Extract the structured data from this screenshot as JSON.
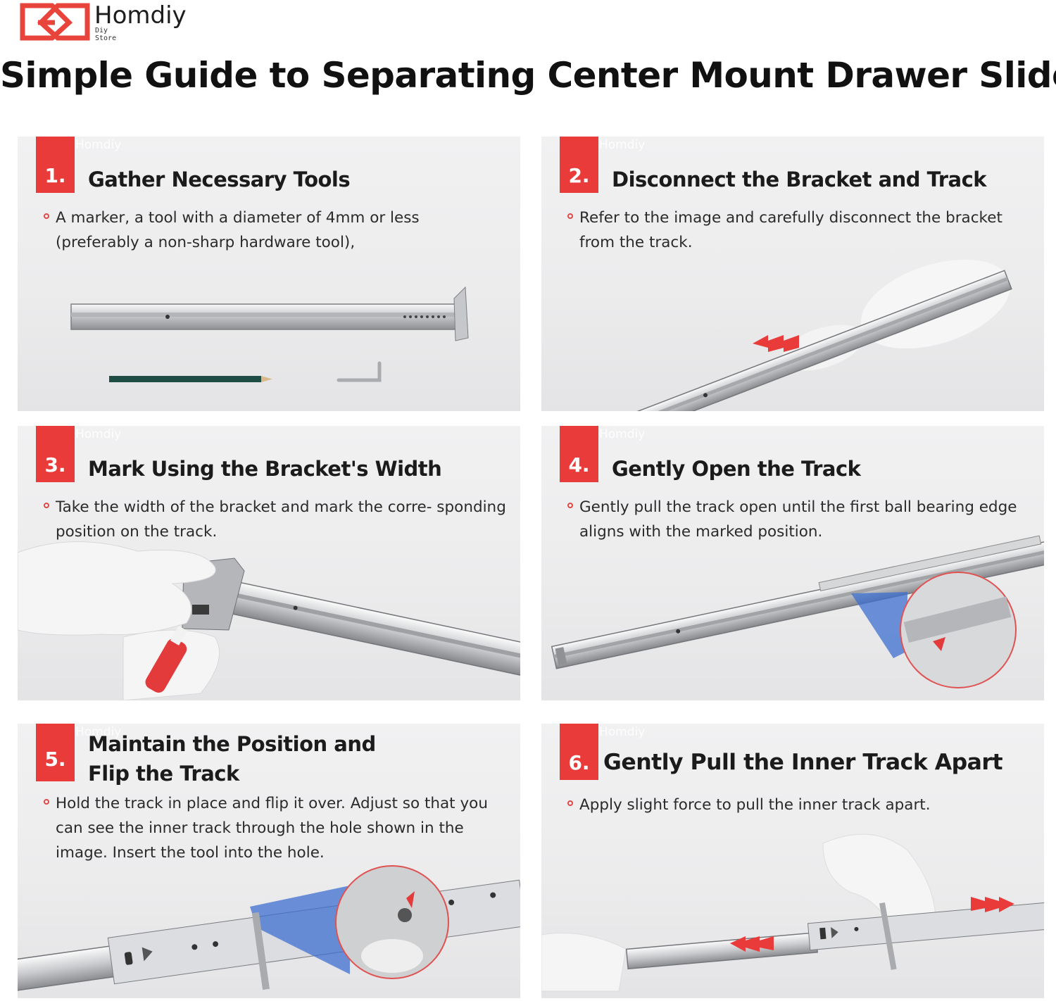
{
  "brand": {
    "name": "Homdiy",
    "sub_line1": "Diy",
    "sub_line2": "Store",
    "logo_color": "#e8443b"
  },
  "title": "Simple Guide to Separating Center Mount Drawer Slides",
  "accent_color": "#ea3b3b",
  "steps": [
    {
      "number": "1.",
      "watermark": "Homdiy",
      "title": "Gather Necessary Tools",
      "description": "A marker, a tool with a diameter of 4mm or less (preferably a non-sharp hardware tool),"
    },
    {
      "number": "2.",
      "watermark": "Homdiy",
      "title": "Disconnect the Bracket and Track",
      "description": "Refer to the image and carefully disconnect the bracket from the track."
    },
    {
      "number": "3.",
      "watermark": "Homdiy",
      "title": "Mark Using the Bracket's Width",
      "description": "Take the width of the bracket and mark the corre- sponding position on the track."
    },
    {
      "number": "4.",
      "watermark": "Homdiy",
      "title": "Gently Open the Track",
      "description": "Gently pull the track open until the first ball bearing edge aligns with the marked position."
    },
    {
      "number": "5.",
      "watermark": "Homdiy",
      "title": "Maintain the Position and Flip the Track",
      "title_line1": "Maintain the Position and",
      "title_line2": "Flip the Track",
      "description": "Hold the track in place and flip it over. Adjust so that you can see the inner track through the hole shown in the image. Insert the tool into the hole."
    },
    {
      "number": "6.",
      "watermark": "Homdiy",
      "title": "Gently Pull the Inner Track Apart",
      "description": "Apply slight force to pull the inner track apart."
    }
  ]
}
